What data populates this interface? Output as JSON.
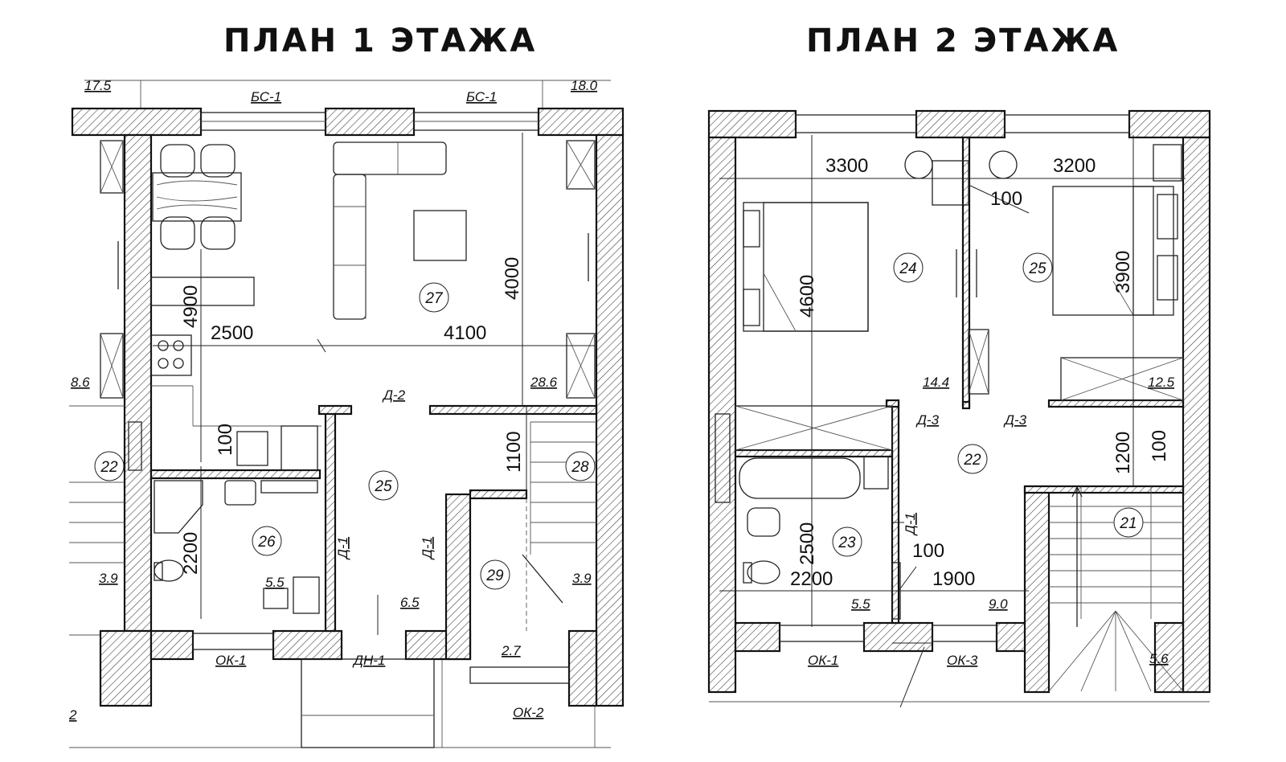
{
  "plans": [
    {
      "title": "ПЛАН 1 ЭТАЖА",
      "dimensions": [
        "2500",
        "4100",
        "4900",
        "4000",
        "100",
        "1100",
        "2200"
      ],
      "rooms": [
        "27",
        "25",
        "26",
        "22",
        "28",
        "29"
      ],
      "areas": [
        "17.5",
        "18.0",
        "8.6",
        "28.6",
        "3.9",
        "3.9",
        "5.5",
        "6.5",
        "2.7",
        "2"
      ],
      "openings": [
        "БС-1",
        "БС-1",
        "Д-2",
        "Д-1",
        "Д-1",
        "ОК-1",
        "ДН-1",
        "ОК-2"
      ]
    },
    {
      "title": "ПЛАН 2 ЭТАЖА",
      "dimensions": [
        "3300",
        "3200",
        "100",
        "4600",
        "3900",
        "1200",
        "100",
        "2500",
        "100",
        "2200",
        "1900"
      ],
      "rooms": [
        "24",
        "25",
        "22",
        "23",
        "21"
      ],
      "areas": [
        "14.4",
        "12.5",
        "5.5",
        "9.0",
        "5.6"
      ],
      "openings": [
        "Д-3",
        "Д-3",
        "Д-1",
        "ОК-1",
        "ОК-3"
      ]
    }
  ]
}
